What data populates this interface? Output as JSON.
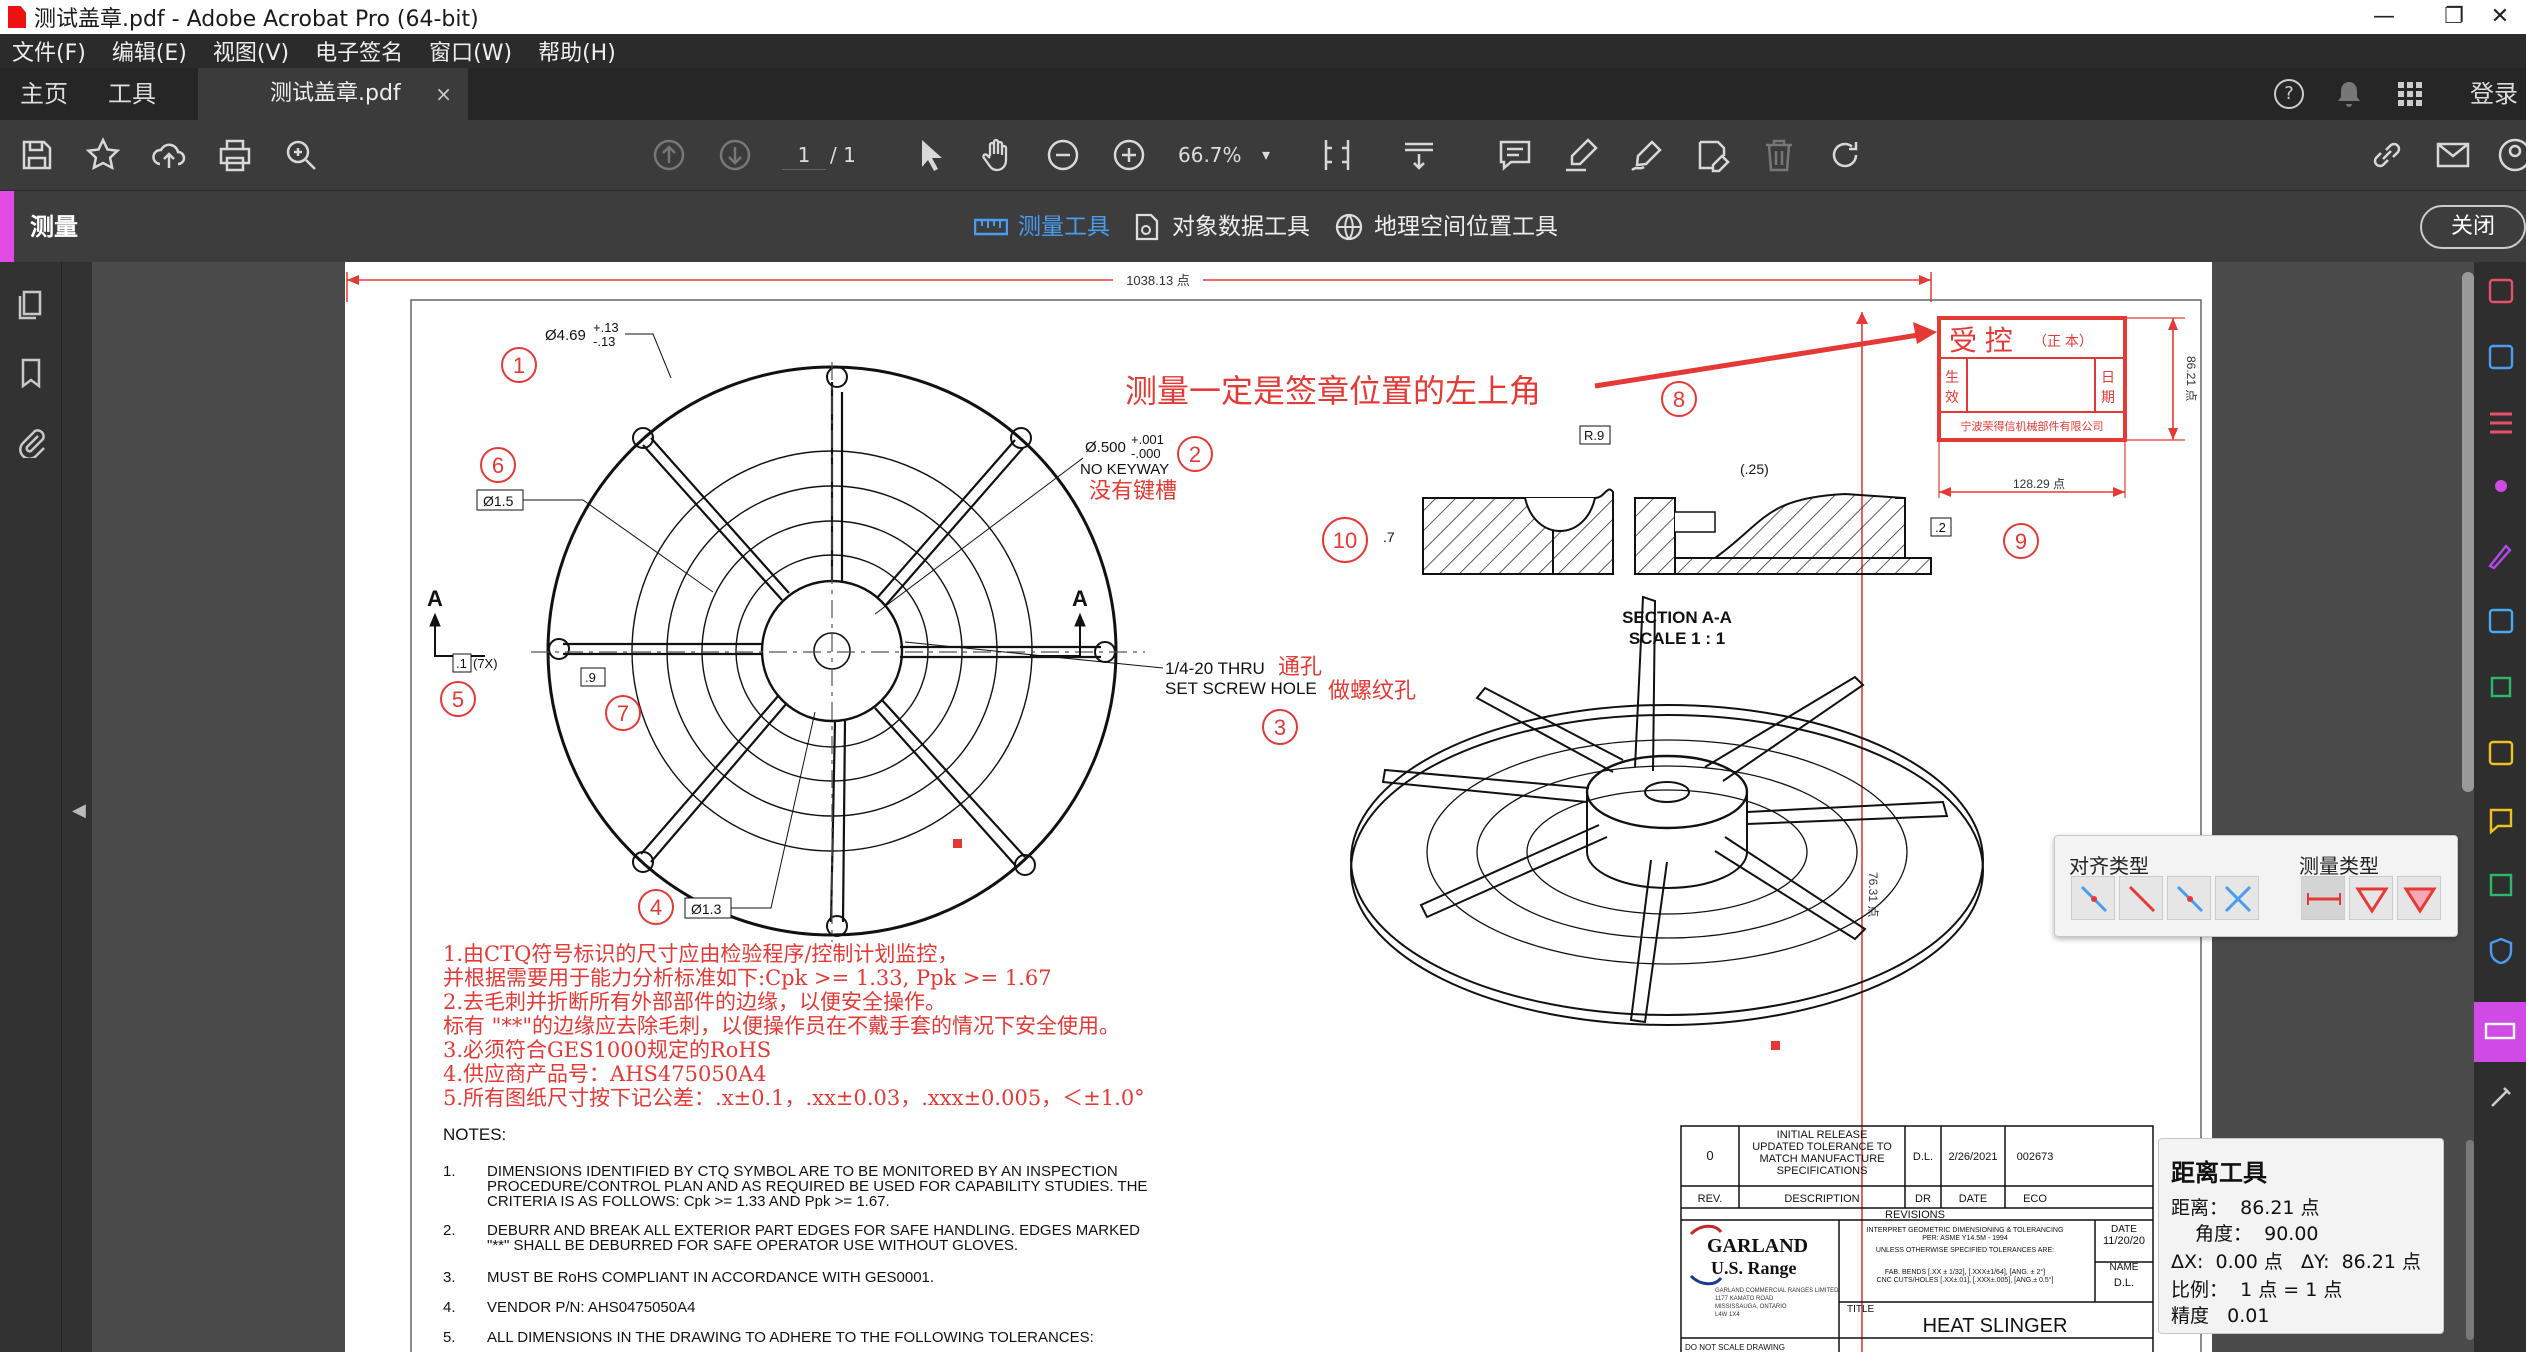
{
  "window": {
    "title": "测试盖章.pdf - Adobe Acrobat Pro (64-bit)",
    "controls": [
      "—",
      "❐",
      "✕"
    ]
  },
  "menu": [
    "文件(F)",
    "编辑(E)",
    "视图(V)",
    "电子签名",
    "窗口(W)",
    "帮助(H)"
  ],
  "tabs": {
    "home": "主页",
    "tools": "工具",
    "doc": "测试盖章.pdf",
    "doc_close": "×",
    "login": "登录"
  },
  "toolbar": {
    "page_current": "1",
    "page_total": "/ 1",
    "zoom": "66.7%"
  },
  "measure_bar": {
    "label": "测量",
    "tools": [
      "测量工具",
      "对象数据工具",
      "地理空间位置工具"
    ],
    "close": "关闭"
  },
  "snap_panel": {
    "align_label": "对齐类型",
    "measure_label": "测量类型"
  },
  "info_panel": {
    "title": "距离工具",
    "distance_label": "距离：",
    "distance_value": "86.21 点",
    "angle_label": "角度：",
    "angle_value": "90.00",
    "dx_label": "ΔX:",
    "dx_value": "0.00 点",
    "dy_label": "ΔY:",
    "dy_value": "86.21 点",
    "scale_label": "比例：",
    "scale_value": "1 点 = 1 点",
    "precision_label": "精度",
    "precision_value": "0.01"
  },
  "drawing": {
    "dim_width": "1038.13 点",
    "dim_width2": "128.29 点",
    "dim_height": "86.21 点",
    "dim_vertical": "76.31 点",
    "annotation": "测量一定是签章位置的左上角",
    "stamp": {
      "title": "受 控",
      "title_sub": "（正 本）",
      "sheng": "生",
      "xiao": "效",
      "ri": "日",
      "qi": "期",
      "company": "宁波荣得信机械部件有限公司"
    },
    "balloons": [
      "1",
      "2",
      "3",
      "4",
      "5",
      "6",
      "7",
      "8",
      "9",
      "10"
    ],
    "dims": {
      "d469": "Ø4.69",
      "d469_tol_plus": "+.13",
      "d469_tol_minus": "-.13",
      "d500": "Ø.500",
      "d500_tol_plus": "+.001",
      "d500_tol_minus": "-.000",
      "no_keyway": "NO KEYWAY",
      "no_keyway_cn": "没有键槽",
      "d15": "Ø1.5",
      "d13": "Ø1.3",
      "r9": "R.9",
      "d25": "(.25)",
      "d2": ".2",
      "d7": ".7",
      "d9": ".9",
      "d1x7": ".1",
      "x7": "(7X)",
      "thru": "1/4-20 THRU",
      "thru_cn": "通孔",
      "setscrew": "SET SCREW HOLE",
      "setscrew_cn": "做螺纹孔",
      "sec_a": "A",
      "section_title": "SECTION A-A",
      "section_scale": "SCALE 1 : 1"
    },
    "cn_notes": [
      "1.由CTQ符号标识的尺寸应由检验程序/控制计划监控，",
      " 并根据需要用于能力分析标准如下:Cpk >= 1.33, Ppk >= 1.67",
      "2.去毛刺并折断所有外部部件的边缘，以便安全操作。",
      " 标有 \"**\"的边缘应去除毛刺，以便操作员在不戴手套的情况下安全使用。",
      "3.必须符合GES1000规定的RoHS",
      "4.供应商产品号：AHS475050A4",
      "5.所有图纸尺寸按下记公差：.x±0.1，.xx±0.03，.xxx±0.005，＜±1.0°"
    ],
    "notes_title": "NOTES:",
    "notes": [
      {
        "n": "1.",
        "lines": [
          "DIMENSIONS IDENTIFIED BY CTQ SYMBOL ARE TO BE MONITORED BY AN INSPECTION",
          "PROCEDURE/CONTROL PLAN AND AS REQUIRED BE USED FOR CAPABILITY STUDIES.  THE",
          "CRITERIA IS AS FOLLOWS: Cpk >= 1.33 AND Ppk >= 1.67."
        ]
      },
      {
        "n": "2.",
        "lines": [
          "DEBURR AND BREAK ALL EXTERIOR PART EDGES FOR SAFE HANDLING.  EDGES MARKED",
          "\"**\" SHALL BE DEBURRED FOR SAFE OPERATOR USE WITHOUT GLOVES."
        ]
      },
      {
        "n": "3.",
        "lines": [
          "MUST BE RoHS COMPLIANT IN ACCORDANCE WITH GES0001."
        ]
      },
      {
        "n": "4.",
        "lines": [
          "VENDOR P/N: AHS0475050A4"
        ]
      },
      {
        "n": "5.",
        "lines": [
          "ALL DIMENSIONS IN THE DRAWING TO ADHERE TO THE FOLLOWING TOLERANCES:"
        ]
      }
    ],
    "titleblock": {
      "rev": "0",
      "desc": [
        "INITIAL RELEASE",
        "UPDATED TOLERANCE TO",
        "MATCH MANUFACTURE",
        "SPECIFICATIONS"
      ],
      "dr": "D.L.",
      "date": "2/26/2021",
      "eco": "002673",
      "h_rev": "REV.",
      "h_desc": "DESCRIPTION",
      "h_dr": "DR",
      "h_date": "DATE",
      "h_eco": "ECO",
      "revisions": "REVISIONS",
      "interpret": "INTERPRET GEOMETRIC DIMENSIONING & TOLERANCING",
      "interpret2": "PER: ASME Y14.5M - 1994",
      "unless": "UNLESS OTHERWISE SPECIFIED TOLERANCES ARE:",
      "tol1": "FAB. BENDS [.XX ± 1/32], [.XXX±1/64], [ANG. ± 2°]",
      "tol2": "CNC CUTS/HOLES [.XX±.01], [.XXX±.005], [ANG.± 0.5°]",
      "garland": "GARLAND",
      "usrange": "U.S. Range",
      "addr": [
        "GARLAND COMMERCIAL RANGES LIMITED",
        "1177 KAMATO ROAD",
        "MISSISSAUGA, ONTARIO",
        "L4W 1X4"
      ],
      "date_h": "DATE",
      "date_v": "11/20/20",
      "name_h": "NAME",
      "name_v": "D.L.",
      "title_h": "TITLE",
      "part_title": "HEAT SLINGER",
      "do_not_scale": "DO NOT SCALE DRAWING"
    }
  }
}
